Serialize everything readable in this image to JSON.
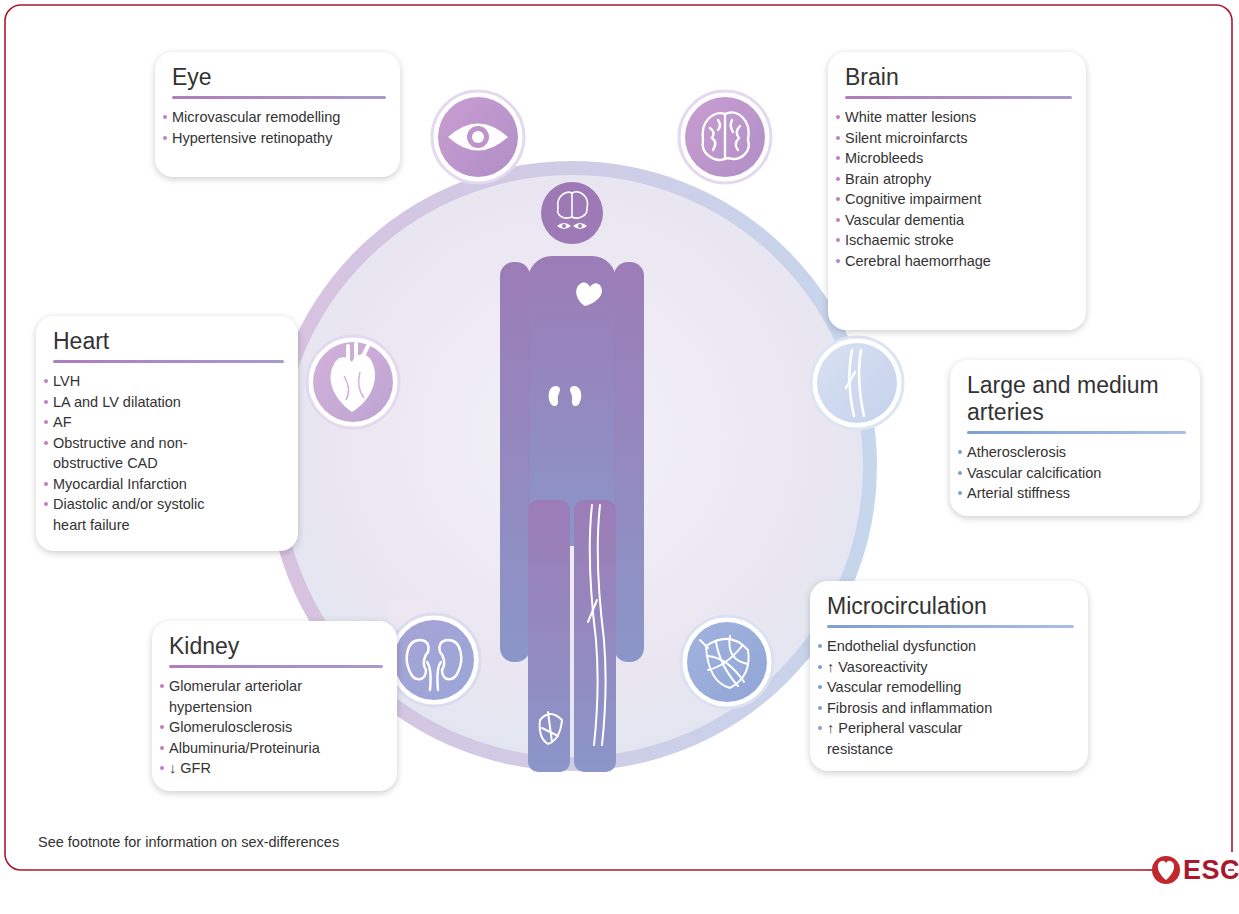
{
  "diagram": {
    "nodes": [
      {
        "text": [
          "Eye",
          "Microvascular remodelling",
          "Hypertensive retinopathy"
        ]
      },
      {
        "text": [
          "Brain",
          "White matter lesions",
          "Silent microinfarcts",
          "Microbleeds",
          "Brain atrophy",
          "Cognitive impairment",
          "Vascular dementia",
          "Ischaemic stroke",
          "Cerebral haemorrhage"
        ]
      },
      {
        "text": [
          "Heart",
          "LVH",
          "LA and LV dilatation",
          "AF",
          "Obstructive and non-obstructive CAD",
          "Myocardial Infarction",
          "Diastolic and/or systolic heart failure"
        ]
      },
      {
        "text": [
          "Large and medium arteries",
          "Atherosclerosis",
          "Vascular calcification",
          "Arterial stiffness"
        ]
      },
      {
        "text": [
          "Kidney",
          "Glomerular arteriolar hypertension",
          "Glomerulosclerosis",
          "Albuminuria/Proteinuria",
          "↓ GFR"
        ]
      },
      {
        "text": [
          "Microcirculation",
          "Endothelial dysfunction",
          "↑ Vasoreactivity",
          "Vascular remodelling",
          "Fibrosis and inflammation",
          "↑ Peripheral vascular resistance"
        ]
      }
    ],
    "labels": [
      "See footnote for information on sex-differences",
      "ESC"
    ]
  }
}
